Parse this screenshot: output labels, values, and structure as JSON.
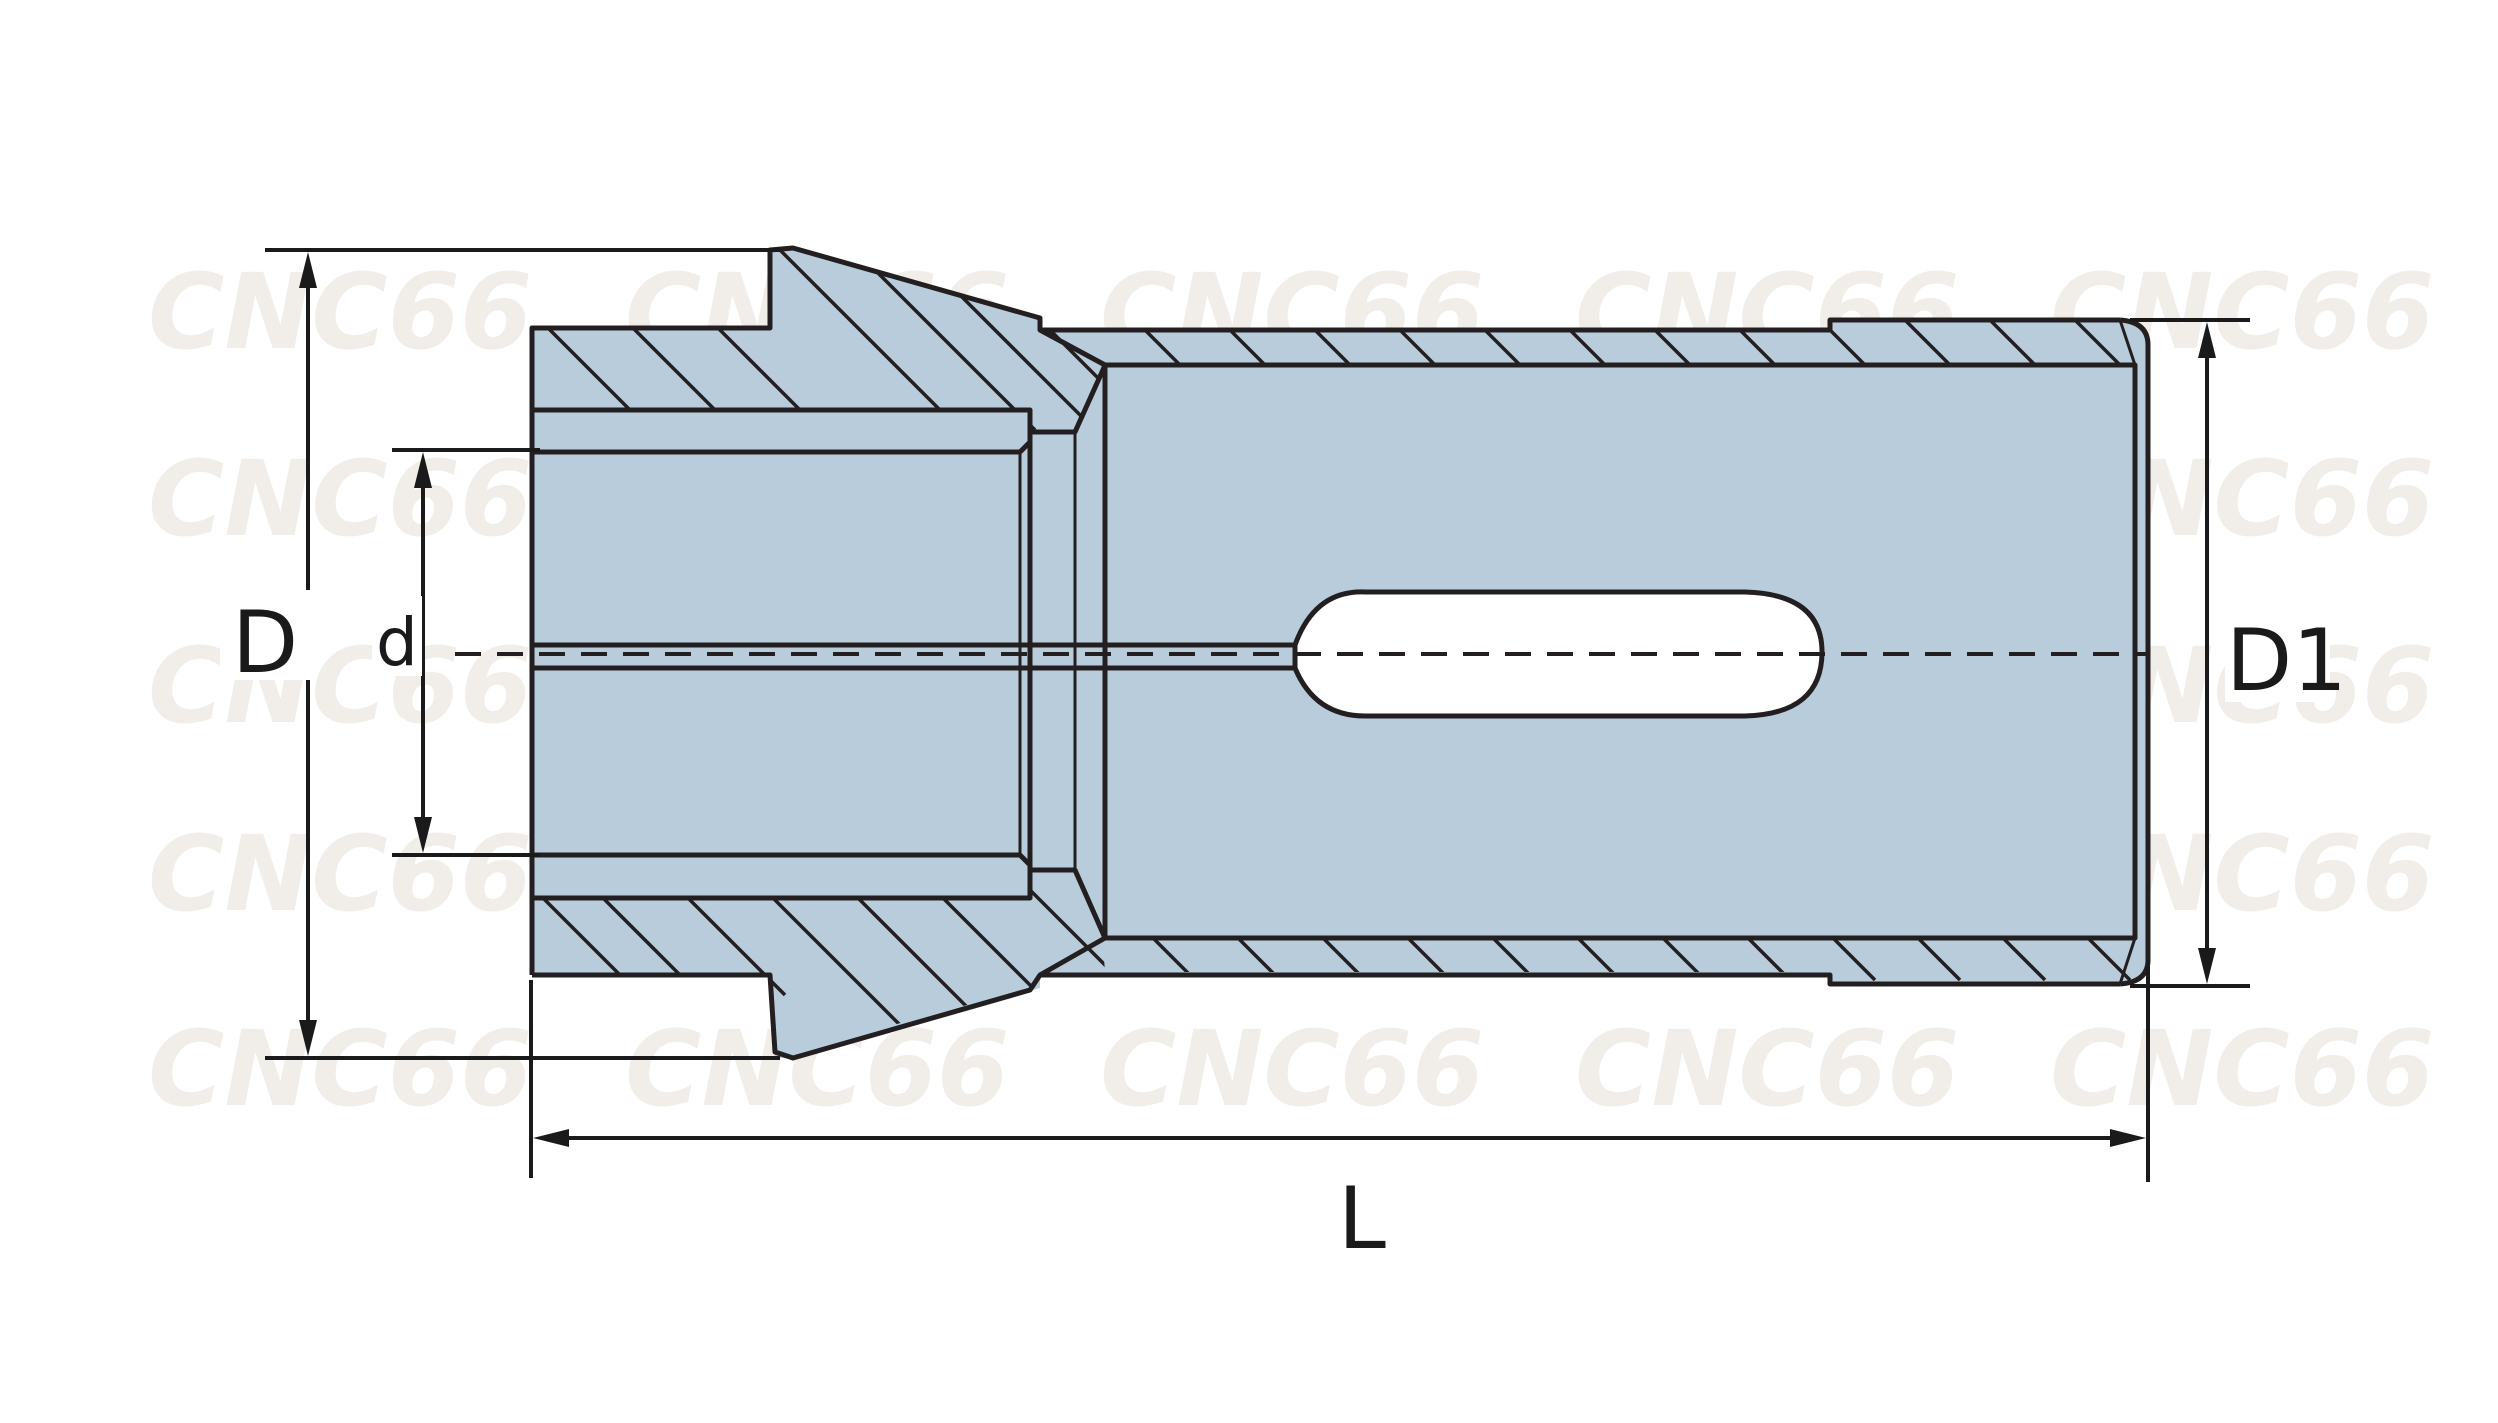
{
  "watermark": "CNC66",
  "labels": {
    "D": "D",
    "d": "d",
    "D1": "D1",
    "L": "L"
  },
  "colors": {
    "body_fill": "#b9ccdb",
    "outline": "#231f20",
    "background": "#ffffff",
    "watermark": "#f0ece6"
  }
}
